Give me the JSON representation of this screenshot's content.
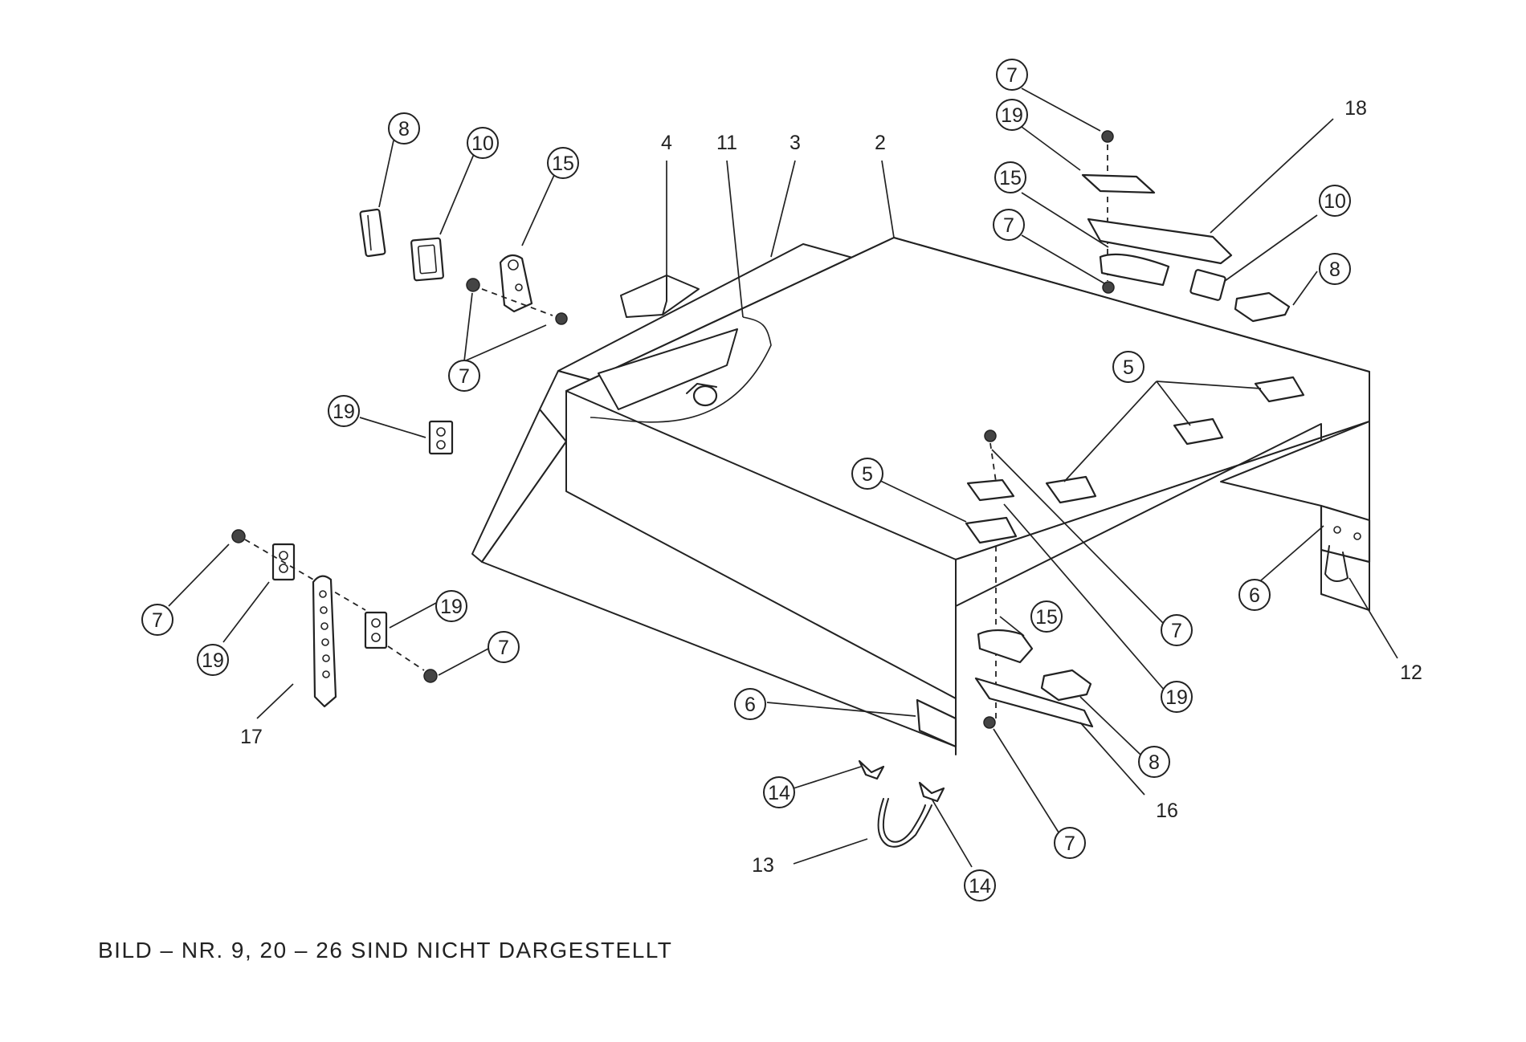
{
  "callouts": [
    {
      "id": "c1",
      "label": "8"
    },
    {
      "id": "c2",
      "label": "10"
    },
    {
      "id": "c3",
      "label": "15"
    },
    {
      "id": "c4",
      "label": "7"
    },
    {
      "id": "c5",
      "label": "19"
    },
    {
      "id": "c6",
      "label": "7"
    },
    {
      "id": "c7",
      "label": "19"
    },
    {
      "id": "c8",
      "label": "19"
    },
    {
      "id": "c9",
      "label": "7"
    },
    {
      "id": "c10",
      "label": "7"
    },
    {
      "id": "c11",
      "label": "19"
    },
    {
      "id": "c12",
      "label": "15"
    },
    {
      "id": "c13",
      "label": "7"
    },
    {
      "id": "c14",
      "label": "10"
    },
    {
      "id": "c15",
      "label": "8"
    },
    {
      "id": "c16",
      "label": "5"
    },
    {
      "id": "c17",
      "label": "5"
    },
    {
      "id": "c18",
      "label": "7"
    },
    {
      "id": "c19",
      "label": "19"
    },
    {
      "id": "c20",
      "label": "6"
    },
    {
      "id": "c21",
      "label": "15"
    },
    {
      "id": "c22",
      "label": "8"
    },
    {
      "id": "c23",
      "label": "6"
    },
    {
      "id": "c24",
      "label": "14"
    },
    {
      "id": "c25",
      "label": "14"
    },
    {
      "id": "c26",
      "label": "7"
    }
  ],
  "plain_labels": [
    {
      "id": "p1",
      "label": "4"
    },
    {
      "id": "p2",
      "label": "11"
    },
    {
      "id": "p3",
      "label": "3"
    },
    {
      "id": "p4",
      "label": "2"
    },
    {
      "id": "p5",
      "label": "18"
    },
    {
      "id": "p6",
      "label": "12"
    },
    {
      "id": "p7",
      "label": "17"
    },
    {
      "id": "p8",
      "label": "16"
    },
    {
      "id": "p9",
      "label": "13"
    }
  ],
  "footnote": "BILD – NR.  9, 20 – 26  SIND  NICHT  DARGESTELLT"
}
